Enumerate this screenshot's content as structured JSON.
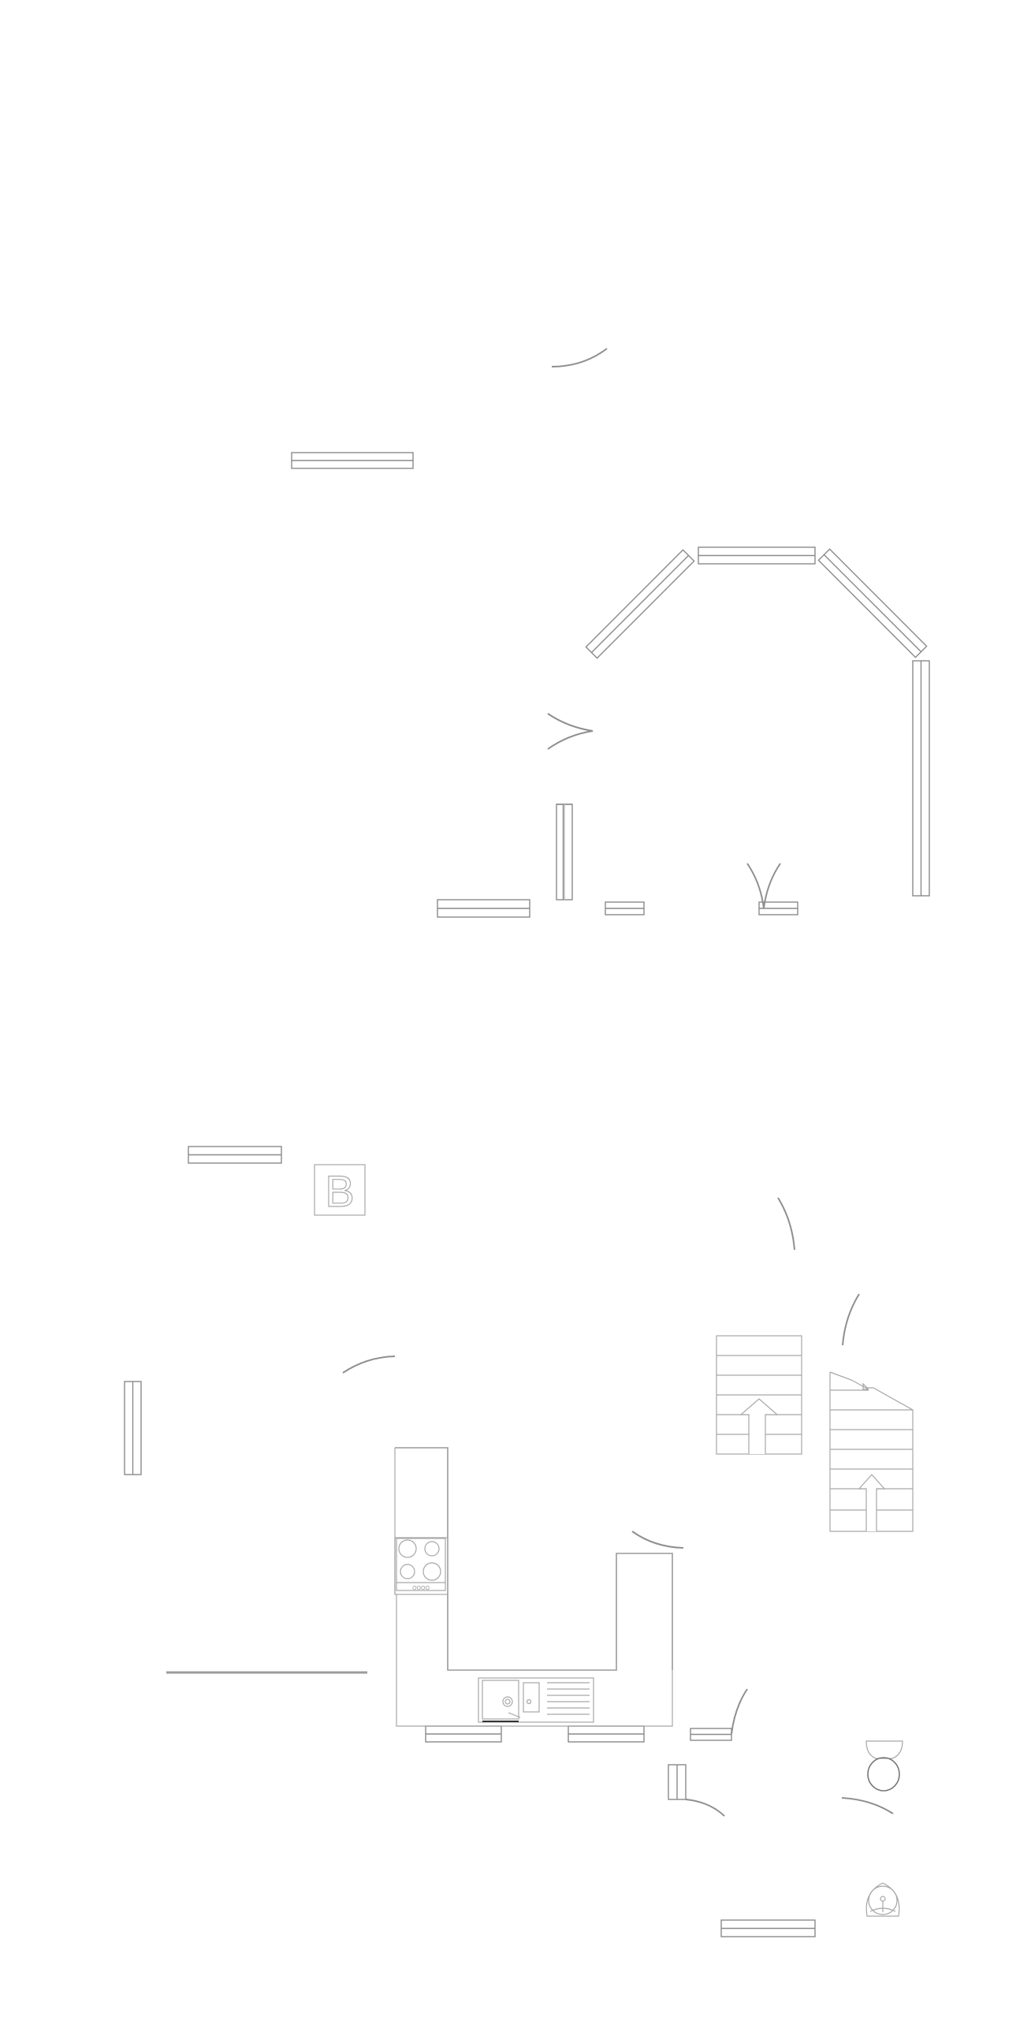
{
  "diagram": {
    "type": "floor-plan",
    "colors": {
      "line": "#8a8a8a",
      "light_line": "#a6a6a6",
      "background": "#ffffff"
    },
    "symbols": {
      "room_sign_letter": "B",
      "hob_knobs": "OOOO"
    },
    "elements": [
      "window",
      "window",
      "window",
      "window",
      "window",
      "window",
      "window",
      "window",
      "window",
      "window",
      "window",
      "window",
      "window",
      "window",
      "door-swing",
      "double-door-swing",
      "double-door-swing",
      "door-swing",
      "door-swing",
      "door-swing",
      "door-swing",
      "door-swing",
      "door-swing",
      "door-swing",
      "staircase",
      "staircase",
      "kitchen-counter",
      "hob",
      "sink",
      "toilet",
      "washbasin",
      "room-sign"
    ]
  }
}
